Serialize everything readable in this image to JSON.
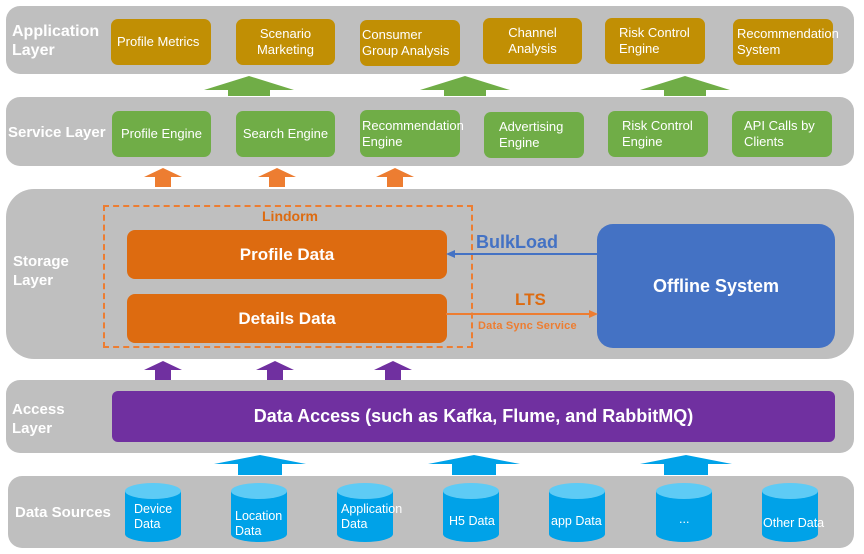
{
  "colors": {
    "layer_bg": "#bfbfbf",
    "application": "#c18f04",
    "service": "#70ad47",
    "storage": "#dd6b10",
    "offline": "#4472c4",
    "access": "#7030a0",
    "source": "#00a2e8",
    "arrow_green": "#70ad47",
    "arrow_orange": "#ed7d31",
    "arrow_purple": "#7030a0",
    "arrow_blue": "#00a2e8"
  },
  "application_layer": {
    "label": "Application Layer",
    "label_lines": [
      "Application",
      "Layer"
    ],
    "items": [
      {
        "label": "Profile Metrics"
      },
      {
        "label": "Scenario Marketing"
      },
      {
        "label": "Consumer Group Analysis"
      },
      {
        "label": "Channel Analysis"
      },
      {
        "label": "Risk Control Engine"
      },
      {
        "label": "Recommendation System"
      }
    ]
  },
  "service_layer": {
    "label": "Service Layer",
    "items": [
      {
        "label": "Profile Engine"
      },
      {
        "label": "Search Engine"
      },
      {
        "label": "Recommendation Engine"
      },
      {
        "label": "Advertising Engine"
      },
      {
        "label": "Risk Control Engine"
      },
      {
        "label": "API Calls by Clients"
      }
    ]
  },
  "storage_layer": {
    "label_lines": [
      "Storage",
      "Layer"
    ],
    "lindorm_label": "Lindorm",
    "profile_data": "Profile Data",
    "details_data": "Details Data",
    "offline_system": "Offline System",
    "bulkload_label": "BulkLoad",
    "lts_label": "LTS",
    "lts_sub_label": "Data Sync Service"
  },
  "access_layer": {
    "label_lines": [
      "Access",
      "Layer"
    ],
    "data_access": "Data Access (such as Kafka, Flume, and RabbitMQ)"
  },
  "data_sources": {
    "label": "Data Sources",
    "items": [
      {
        "label": "Device Data"
      },
      {
        "label": "Location Data"
      },
      {
        "label": "Application Data"
      },
      {
        "label": "H5 Data"
      },
      {
        "label": "app Data"
      },
      {
        "label": "..."
      },
      {
        "label": "Other Data"
      }
    ]
  }
}
